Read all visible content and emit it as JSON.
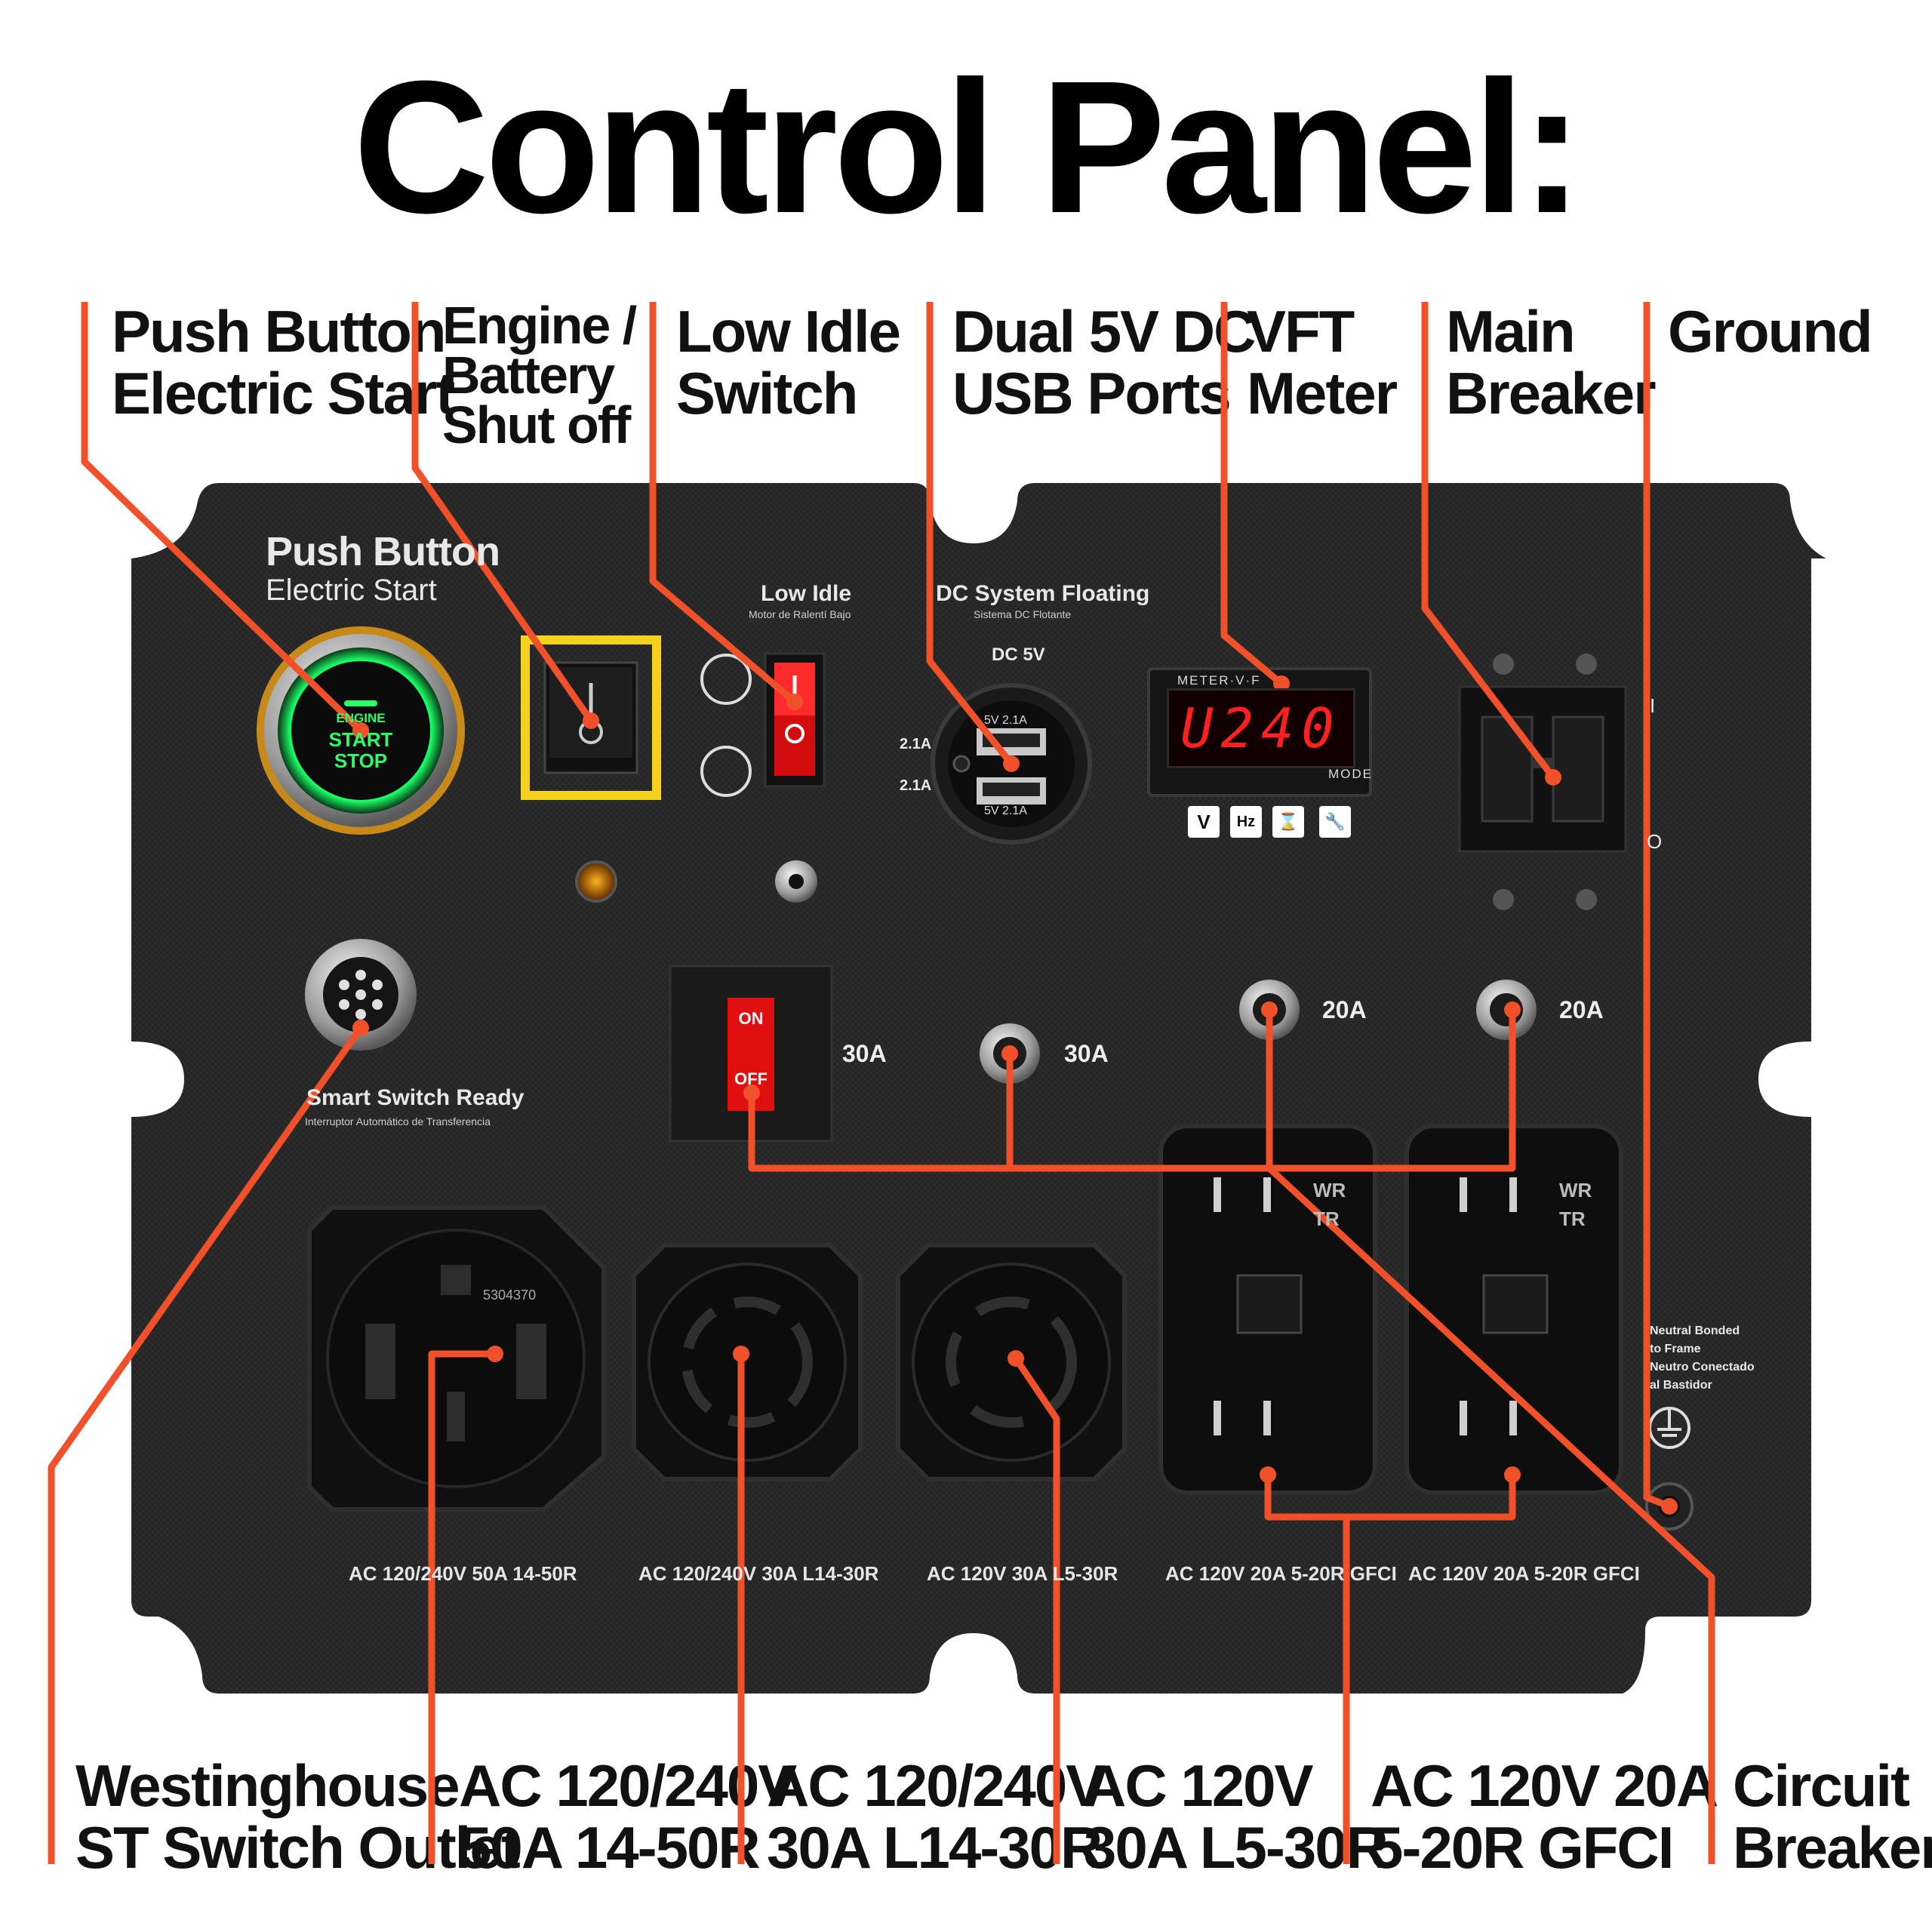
{
  "title": "Control Panel:",
  "callouts_top": {
    "push_button": [
      "Push Button",
      "Electric Start"
    ],
    "engine_battery": [
      "Engine /",
      "Battery",
      "Shut off"
    ],
    "low_idle": [
      "Low Idle",
      "Switch"
    ],
    "usb": [
      "Dual 5V DC",
      "USB Ports"
    ],
    "vft": [
      "VFT",
      "Meter"
    ],
    "main_breaker": [
      "Main",
      "Breaker"
    ],
    "ground": [
      "Ground"
    ]
  },
  "callouts_bottom": {
    "st_switch": [
      "Westinghouse",
      "ST Switch Outlet"
    ],
    "outlet_1450": [
      "AC 120/240V",
      "50A 14-50R"
    ],
    "outlet_l1430": [
      "AC 120/240V",
      "30A L14-30R"
    ],
    "outlet_l530": [
      "AC  120V",
      "30A L5-30R"
    ],
    "outlet_gfci": [
      "AC  120V 20A",
      "5-20R GFCI"
    ],
    "circuit_breakers": [
      "Circuit",
      "Breakers"
    ]
  },
  "panel": {
    "push_button_title": "Push Button",
    "push_button_sub": "Electric Start",
    "start_button": [
      "ENGINE",
      "START",
      "STOP"
    ],
    "low_idle_title": "Low Idle",
    "low_idle_sub": "Motor de Ralentí Bajo",
    "dc_title": "DC System Floating",
    "dc_sub": "Sistema DC Flotante",
    "dc_5v": "DC 5V",
    "usb_left_top": "2.1A",
    "usb_left_bottom": "2.1A",
    "usb_port_top": "5V  2.1A",
    "usb_port_bottom": "5V  2.1A",
    "meter_brand": "METER·V·F",
    "meter_value": "U240",
    "meter_mode": "MODE",
    "meter_buttons": [
      "V",
      "Hz",
      "⌛",
      "🔧"
    ],
    "smart_switch": "Smart Switch Ready",
    "smart_switch_sub": "Interruptor Automático de Transferencia",
    "main_on": "ON",
    "main_off": "OFF",
    "breaker_30a_left": "30A",
    "breaker_30a_right": "30A",
    "breaker_20a_left": "20A",
    "breaker_20a_right": "20A",
    "neutral": [
      "Neutral Bonded",
      "to Frame",
      "Neutro Conectado",
      "al Bastidor"
    ],
    "outlet_labels": [
      "AC 120/240V 50A 14-50R",
      "AC 120/240V 30A L14-30R",
      "AC 120V 30A L5-30R",
      "AC 120V 20A 5-20R GFCI",
      "AC 120V 20A 5-20R GFCI"
    ],
    "outlet_1450_id": "5304370",
    "gfci_marks": [
      "WR",
      "TR"
    ]
  },
  "colors": {
    "callout_line": "#f0502a",
    "panel": "#2a2a2a",
    "meter_digits": "#ff2020",
    "start_ring": "#2dff6a",
    "battery_frame": "#f2d21c",
    "rocker": "#e01010"
  }
}
